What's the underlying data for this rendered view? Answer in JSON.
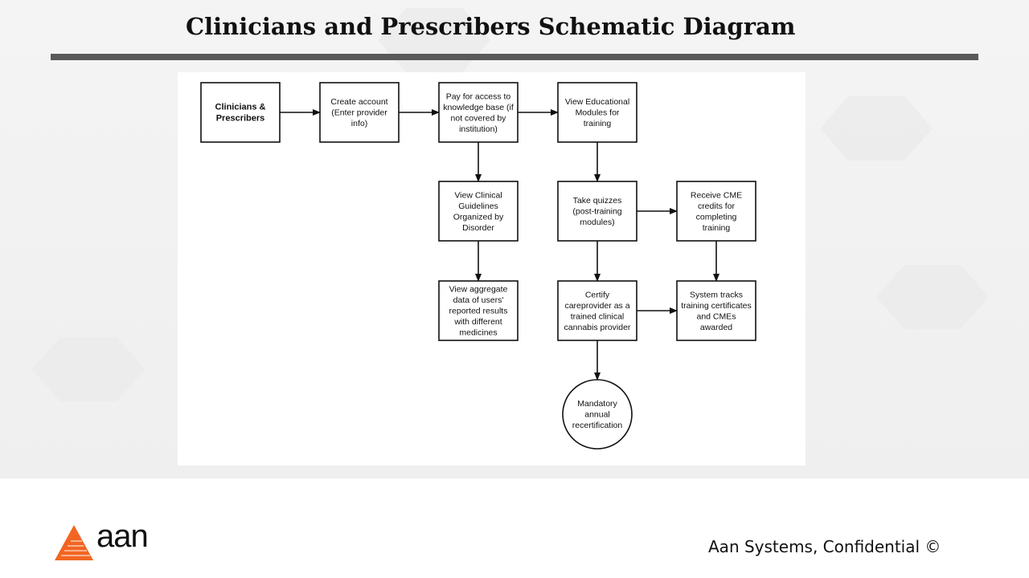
{
  "slide": {
    "title": "Clinicians and Prescribers Schematic Diagram",
    "footer_text": "Aan Systems, Confidential ©",
    "logo_text": "aan",
    "accent_color": "#f26522",
    "rule_color": "#5a5a5a"
  },
  "diagram": {
    "nodes": [
      {
        "id": "clinicians",
        "shape": "rect",
        "bold": true,
        "lines": [
          "Clinicians &",
          "Prescribers"
        ]
      },
      {
        "id": "create-account",
        "shape": "rect",
        "lines": [
          "Create account",
          "(Enter provider",
          "info)"
        ]
      },
      {
        "id": "pay-access",
        "shape": "rect",
        "lines": [
          "Pay for access to",
          "knowledge base (if",
          "not covered by",
          "institution)"
        ]
      },
      {
        "id": "view-modules",
        "shape": "rect",
        "lines": [
          "View Educational",
          "Modules for",
          "training"
        ]
      },
      {
        "id": "view-guidelines",
        "shape": "rect",
        "lines": [
          "View Clinical",
          "Guidelines",
          "Organized by",
          "Disorder"
        ]
      },
      {
        "id": "take-quizzes",
        "shape": "rect",
        "lines": [
          "Take quizzes",
          "(post-training",
          "modules)"
        ]
      },
      {
        "id": "receive-cme",
        "shape": "rect",
        "lines": [
          "Receive CME",
          "credits for",
          "completing",
          "training"
        ]
      },
      {
        "id": "view-aggregate",
        "shape": "rect",
        "lines": [
          "View aggregate",
          "data of users'",
          "reported results",
          "with different",
          "medicines"
        ]
      },
      {
        "id": "certify",
        "shape": "rect",
        "lines": [
          "Certify",
          "careprovider as a",
          "trained clinical",
          "cannabis provider"
        ]
      },
      {
        "id": "system-tracks",
        "shape": "rect",
        "lines": [
          "System tracks",
          "training certificates",
          "and CMEs",
          "awarded"
        ]
      },
      {
        "id": "recertification",
        "shape": "circle",
        "lines": [
          "Mandatory",
          "annual",
          "recertification"
        ]
      }
    ],
    "edges": [
      {
        "from": "clinicians",
        "to": "create-account"
      },
      {
        "from": "create-account",
        "to": "pay-access"
      },
      {
        "from": "pay-access",
        "to": "view-modules"
      },
      {
        "from": "pay-access",
        "to": "view-guidelines"
      },
      {
        "from": "view-guidelines",
        "to": "view-aggregate"
      },
      {
        "from": "view-modules",
        "to": "take-quizzes"
      },
      {
        "from": "take-quizzes",
        "to": "receive-cme"
      },
      {
        "from": "take-quizzes",
        "to": "certify"
      },
      {
        "from": "receive-cme",
        "to": "system-tracks"
      },
      {
        "from": "certify",
        "to": "system-tracks"
      },
      {
        "from": "certify",
        "to": "recertification"
      }
    ]
  }
}
